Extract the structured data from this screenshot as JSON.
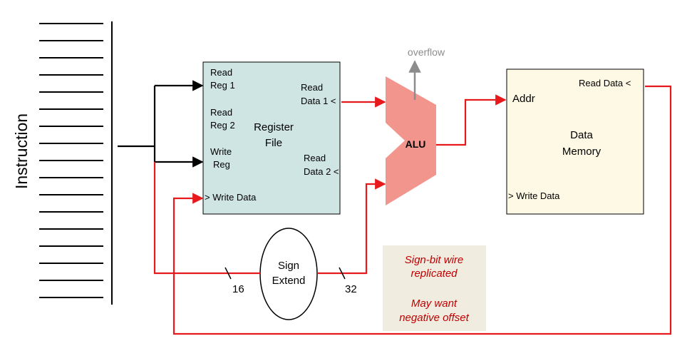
{
  "instruction": {
    "label": "Instruction"
  },
  "register_file": {
    "title_line1": "Register",
    "title_line2": "File",
    "read_reg1": [
      "Read",
      "Reg 1"
    ],
    "read_reg2": [
      "Read",
      "Reg 2"
    ],
    "write_reg": [
      "Write",
      "Reg"
    ],
    "write_data": "> Write Data",
    "read_data1": [
      "Read",
      "Data 1 <"
    ],
    "read_data2": [
      "Read",
      "Data 2 <"
    ],
    "fill": "#cfe5e3"
  },
  "alu": {
    "label": "ALU",
    "overflow": "overflow",
    "fill": "#f2958d"
  },
  "data_memory": {
    "addr": "Addr",
    "title_line1": "Data",
    "title_line2": "Memory",
    "read_data": "Read Data  <",
    "write_data": "> Write Data",
    "fill": "#fdf9e4"
  },
  "sign_extend": {
    "line1": "Sign",
    "line2": "Extend"
  },
  "bus_widths": {
    "input": "16",
    "output": "32"
  },
  "note": {
    "line1": "Sign-bit wire",
    "line2": "replicated",
    "line3": "May want",
    "line4": "negative offset",
    "fill": "#f1ece0",
    "text_color": "#c00000"
  },
  "colors": {
    "wire_red": "#e8191c",
    "wire_black": "#000000",
    "overflow_gray": "#8c8c8c"
  }
}
